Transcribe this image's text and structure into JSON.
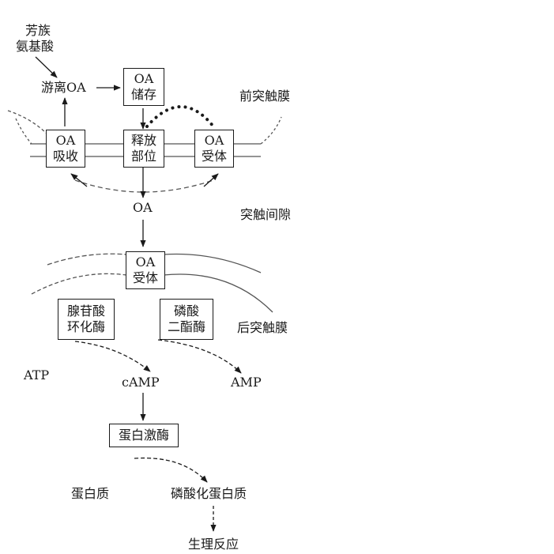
{
  "labels": {
    "aromatic_amino_acid_line1": "芳族",
    "aromatic_amino_acid_line2": "氨基酸",
    "free_oa": "游离OA",
    "presynaptic_membrane": "前突触膜",
    "oa_release": "OA",
    "synaptic_cleft": "突触间隙",
    "postsynaptic_membrane": "后突触膜",
    "atp": "ATP",
    "camp": "cAMP",
    "amp": "AMP",
    "protein": "蛋白质",
    "phosphorylated_protein": "磷酸化蛋白质",
    "physiological_response": "生理反应"
  },
  "boxes": {
    "oa_storage": [
      "OA",
      "储存"
    ],
    "oa_uptake": [
      "OA",
      "吸收"
    ],
    "release_site": [
      "释放",
      "部位"
    ],
    "oa_receptor_pre": [
      "OA",
      "受体"
    ],
    "oa_receptor_post": [
      "OA",
      "受体"
    ],
    "adenylate_cyclase": [
      "腺苷酸",
      "环化酶"
    ],
    "phosphodiesterase": [
      "磷酸",
      "二酯酶"
    ],
    "protein_kinase": [
      "蛋白激酶"
    ]
  }
}
